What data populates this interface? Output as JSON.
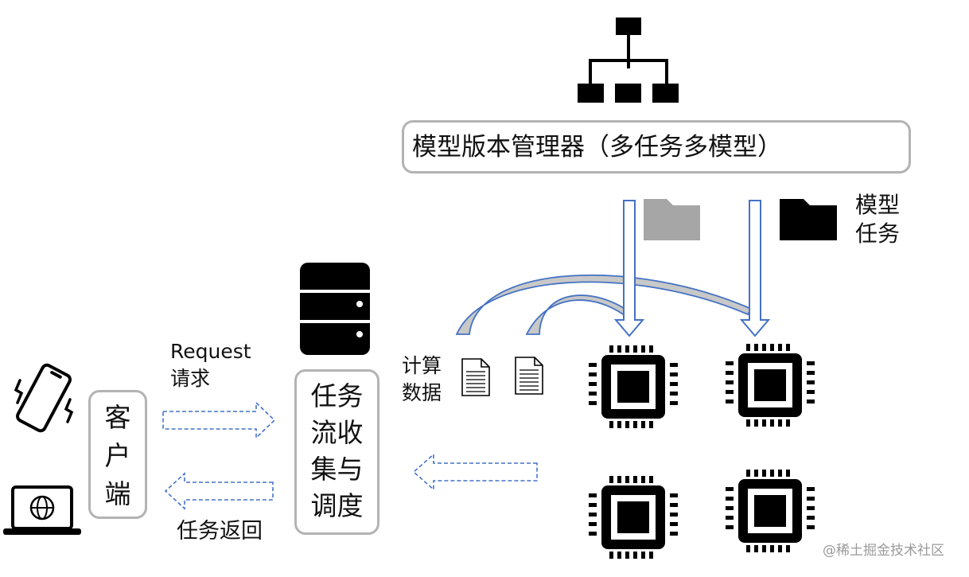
{
  "manager": {
    "label": "模型版本管理器（多任务多模型）"
  },
  "legend": {
    "line1": "模型",
    "line2": "任务"
  },
  "client": {
    "chars": [
      "客",
      "户",
      "端"
    ]
  },
  "collector": {
    "lines": [
      "任务",
      "流收",
      "集与",
      "调度"
    ]
  },
  "request": {
    "line1": "Request",
    "line2": "请求"
  },
  "response": {
    "label": "任务返回"
  },
  "compute": {
    "line1": "计算",
    "line2": "数据"
  },
  "watermark": "@稀土掘金技术社区",
  "icons": [
    "hierarchy-icon",
    "folder-icon",
    "database-icon",
    "document-icon",
    "chip-icon",
    "phone-icon",
    "laptop-icon"
  ],
  "colors": {
    "box_border": "#b3b3b3",
    "arrow_blue": "#4472c4",
    "folder_gray": "#a6a6a6",
    "icon_black": "#000000"
  }
}
